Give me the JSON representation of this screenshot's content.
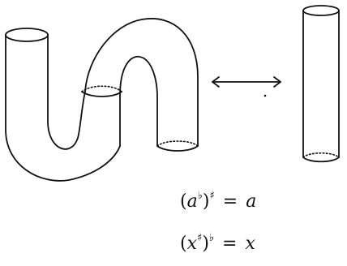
{
  "diagram": {
    "equations": [
      {
        "open": "(",
        "var": "a",
        "inner": "♭",
        "outer": "♯",
        "rhs": "a"
      },
      {
        "open": "(",
        "var": "x",
        "inner": "♯",
        "outer": "♭",
        "rhs": "x"
      }
    ],
    "equals": "=",
    "close": ")",
    "arrow_label": "⟷"
  }
}
